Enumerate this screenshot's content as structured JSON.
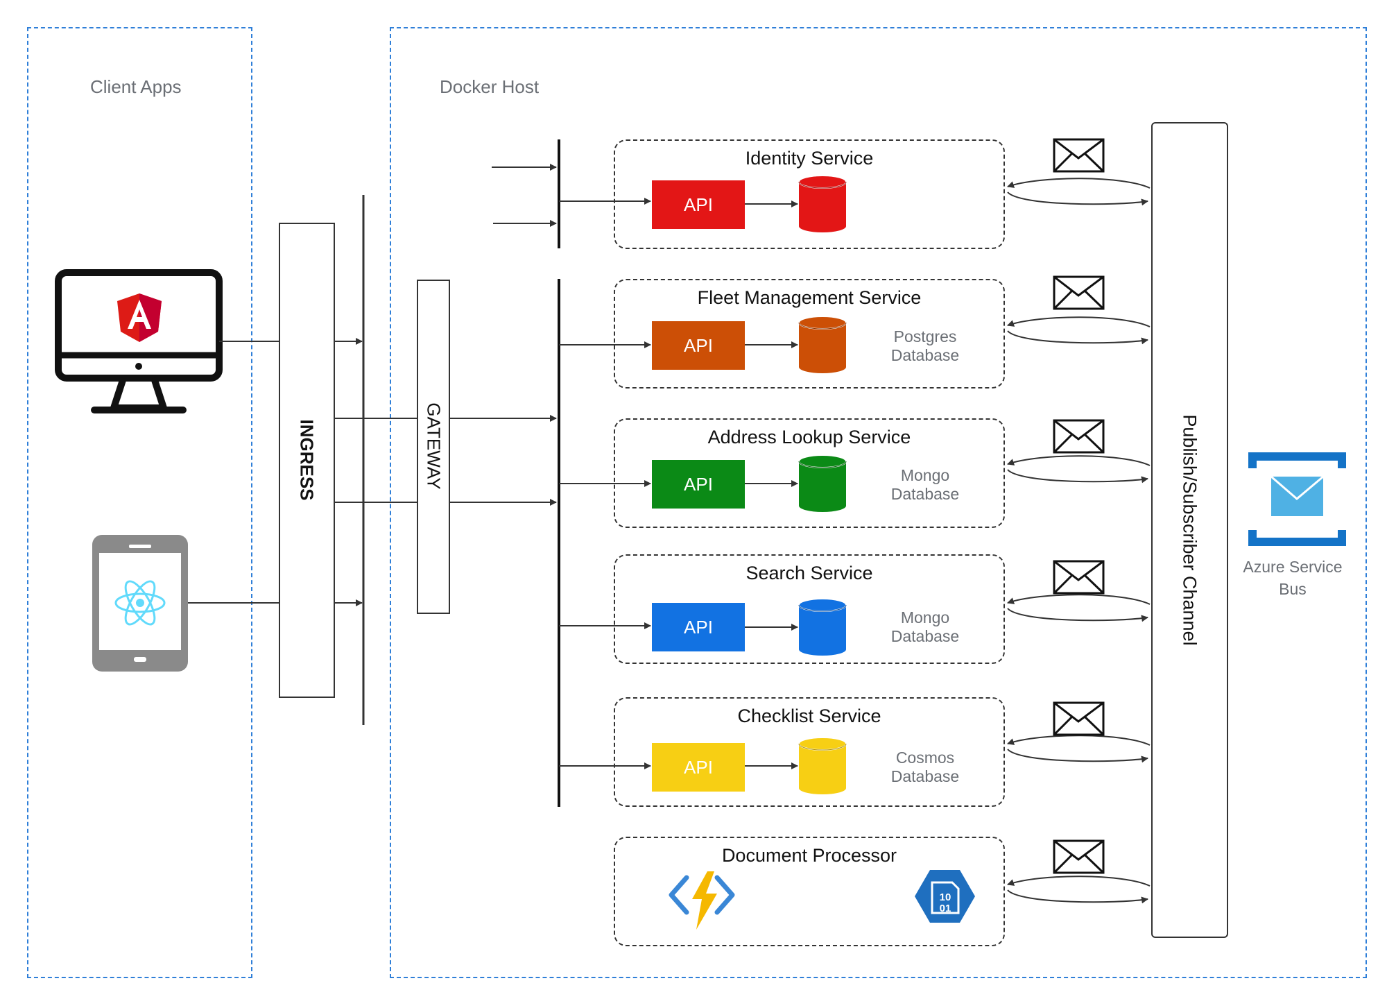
{
  "regions": {
    "client_apps": "Client Apps",
    "docker_host": "Docker Host"
  },
  "ingress_label": "INGRESS",
  "gateway_label": "GATEWAY",
  "channel_label": "Publish/Subscriber Channel",
  "azure_bus_label": [
    "Azure Service",
    "Bus"
  ],
  "services": [
    {
      "title": "Identity Service",
      "api": "API",
      "color": "#e31616",
      "db": []
    },
    {
      "title": "Fleet Management Service",
      "api": "API",
      "color": "#cc4f06",
      "db": [
        "Postgres",
        "Database"
      ]
    },
    {
      "title": "Address Lookup Service",
      "api": "API",
      "color": "#0b8a16",
      "db": [
        "Mongo",
        "Database"
      ]
    },
    {
      "title": "Search Service",
      "api": "API",
      "color": "#1272e2",
      "db": [
        "Mongo",
        "Database"
      ]
    },
    {
      "title": "Checklist Service",
      "api": "API",
      "color": "#f7cf14",
      "db": [
        "Cosmos",
        "Database"
      ]
    },
    {
      "title": "Document Processor"
    }
  ],
  "icons": {
    "desktop": "desktop-monitor-icon",
    "angular": "angular-logo-icon",
    "mobile": "mobile-phone-icon",
    "react": "react-logo-icon",
    "envelope": "envelope-icon",
    "azure_function": "azure-function-icon",
    "blob": "blob-storage-icon",
    "service_bus": "azure-service-bus-icon"
  }
}
